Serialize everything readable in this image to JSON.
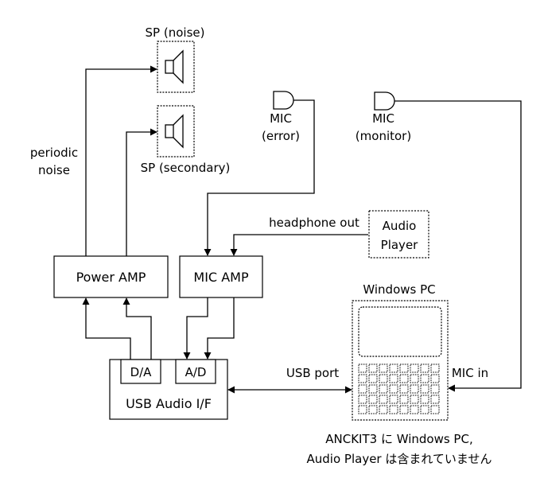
{
  "labels": {
    "sp_noise": "SP (noise)",
    "sp_secondary": "SP (secondary)",
    "periodic": "periodic",
    "noise": "noise",
    "mic_error_1": "MIC",
    "mic_error_2": "(error)",
    "mic_monitor_1": "MIC",
    "mic_monitor_2": "(monitor)",
    "headphone_out": "headphone out",
    "audio_player_1": "Audio",
    "audio_player_2": "Player",
    "power_amp": "Power AMP",
    "mic_amp": "MIC AMP",
    "windows_pc": "Windows PC",
    "da": "D/A",
    "ad": "A/D",
    "usb_audio": "USB Audio I/F",
    "usb_port": "USB port",
    "mic_in": "MIC in",
    "note_1": "ANCKIT3 に Windows PC,",
    "note_2": "Audio Player は含まれていません"
  },
  "colors": {
    "line": "#000000",
    "background": "#ffffff"
  }
}
